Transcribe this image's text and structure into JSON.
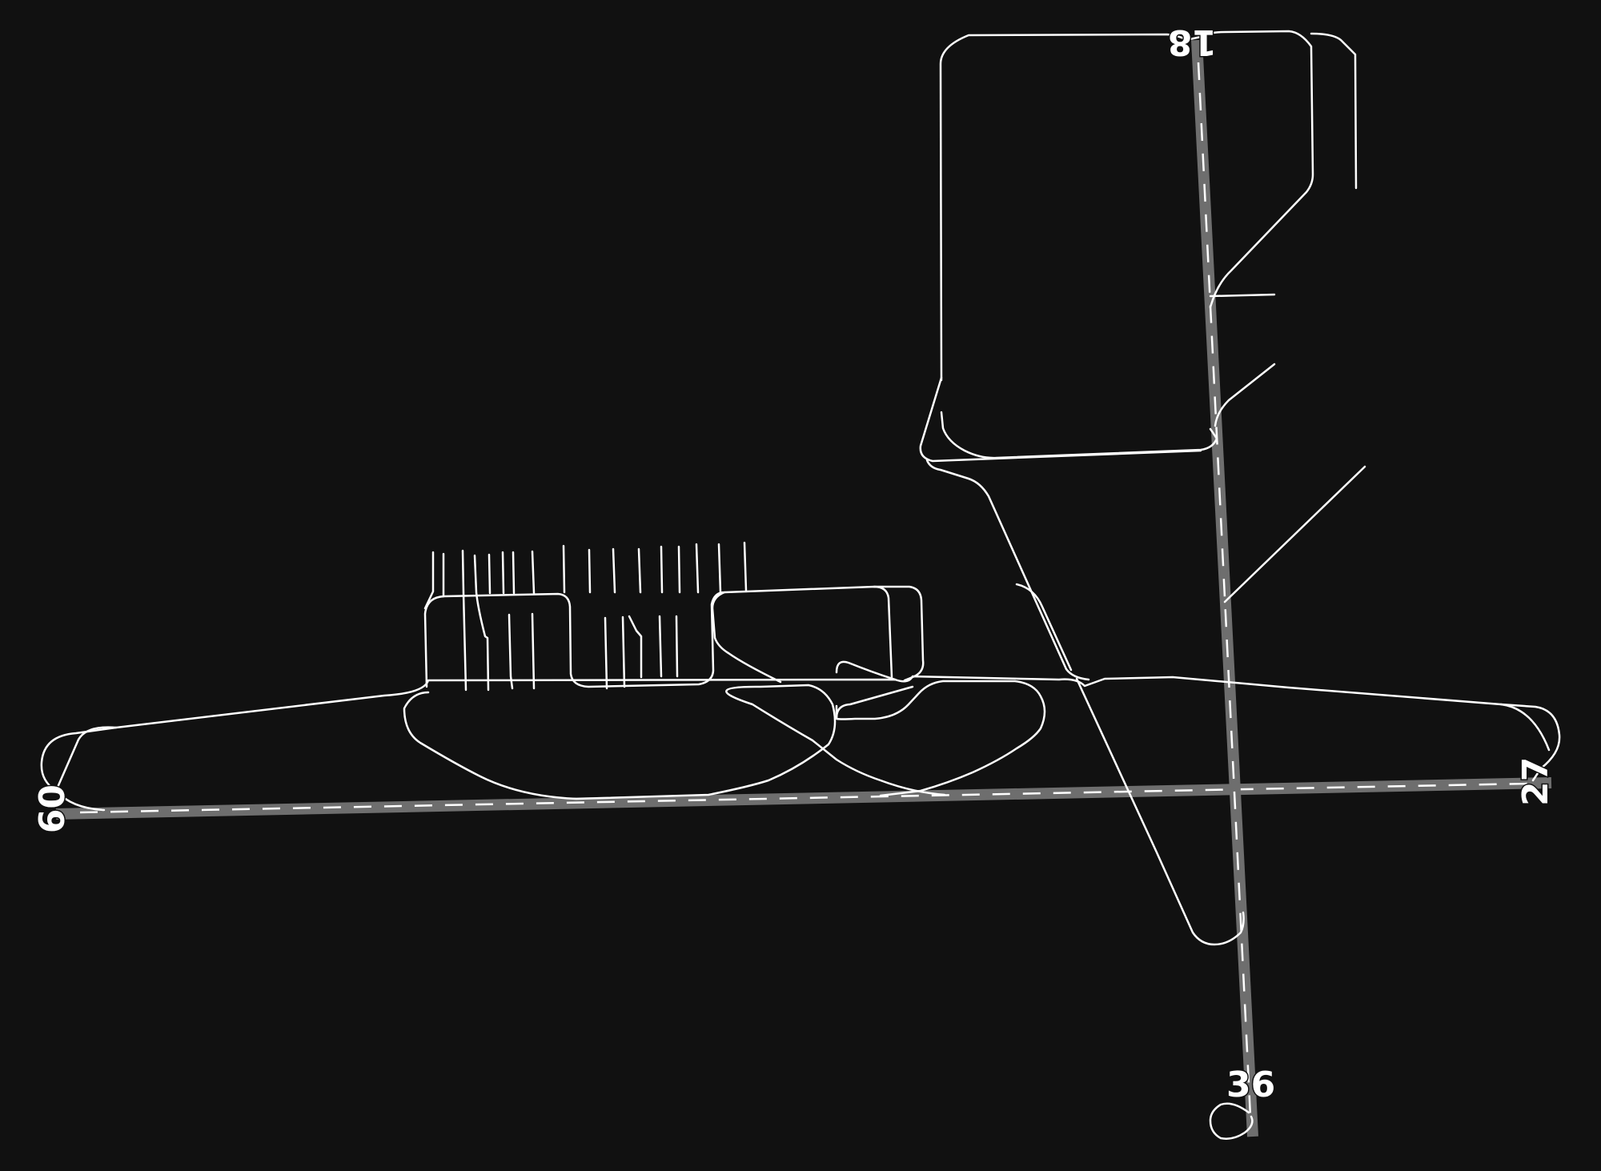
{
  "map": {
    "background_color": "#111111",
    "runway_color": "#6e6e6e",
    "taxiway_color": "#ffffff",
    "runways": [
      {
        "name": "runway-09-27",
        "ends": [
          "09",
          "27"
        ]
      },
      {
        "name": "runway-18-36",
        "ends": [
          "18",
          "36"
        ]
      }
    ],
    "labels": {
      "rwy_09": "09",
      "rwy_27": "27",
      "rwy_18": "18",
      "rwy_36": "36"
    }
  }
}
